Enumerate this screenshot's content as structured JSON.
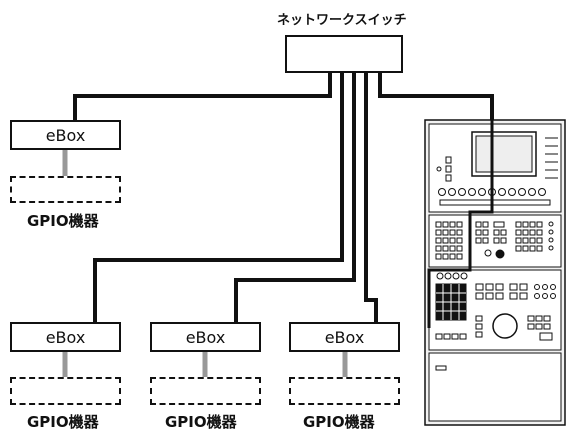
{
  "switch": {
    "label": "ネットワークスイッチ"
  },
  "ebox_label": "eBox",
  "gpio_label": "GPIO機器",
  "nodes": [
    {
      "id": "ebox-1",
      "box": "eBox",
      "device": "GPIO機器"
    },
    {
      "id": "ebox-2",
      "box": "eBox",
      "device": "GPIO機器"
    },
    {
      "id": "ebox-3",
      "box": "eBox",
      "device": "GPIO機器"
    },
    {
      "id": "ebox-4",
      "box": "eBox",
      "device": "GPIO機器"
    }
  ],
  "colors": {
    "cable": "#111111",
    "gpio_link": "#999999",
    "console_body": "#f2f2f2",
    "outline": "#111111"
  }
}
